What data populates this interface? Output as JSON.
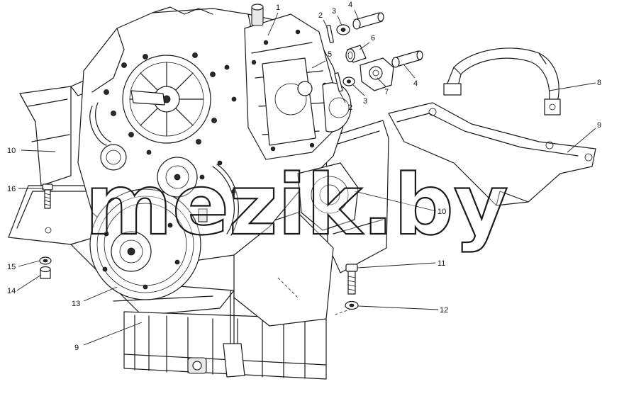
{
  "figure": {
    "watermark": "mezik.by",
    "callouts": [
      "1",
      "2",
      "3",
      "4",
      "5",
      "6",
      "7",
      "4",
      "3",
      "2",
      "8",
      "9",
      "10",
      "16",
      "10",
      "15",
      "14",
      "11",
      "12",
      "13",
      "9"
    ]
  }
}
